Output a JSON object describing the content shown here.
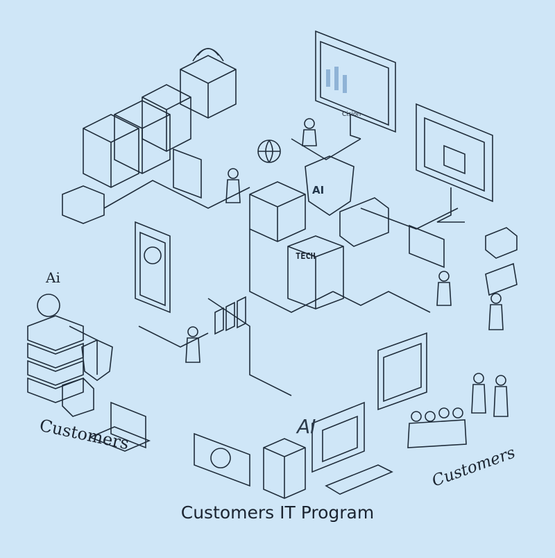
{
  "title": "Customers IT Program",
  "labels": {
    "customers_left": "Customers",
    "customers_right": "Customers",
    "ai_left": "Ai",
    "ai_center": "AI",
    "ai_shield": "AI",
    "tech": "TECH",
    "screen_caption": "Cision"
  },
  "colors": {
    "background": "#cfe6f7",
    "line": "#1f2c3a",
    "light_fill": "#eef6fc",
    "mid_fill": "#b6d2ea",
    "dark_fill": "#8fb3d6"
  },
  "icons": [
    "server-rack-icon",
    "monitor-dashboard-icon",
    "shield-icon",
    "laptop-icon",
    "person-icon",
    "network-cable-icon",
    "globe-icon",
    "database-icon",
    "bar-chart-icon",
    "magnifier-icon",
    "router-icon",
    "storage-cube-icon"
  ]
}
